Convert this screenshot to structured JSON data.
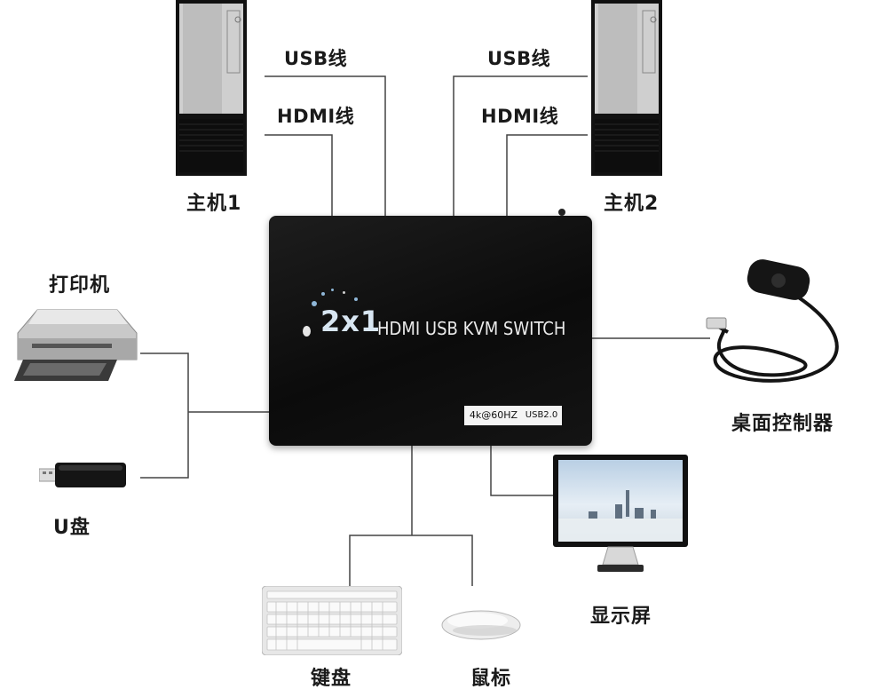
{
  "labels": {
    "host1": "主机1",
    "host2": "主机2",
    "usb_left": "USB线",
    "hdmi_left": "HDMI线",
    "usb_right": "USB线",
    "hdmi_right": "HDMI线",
    "printer": "打印机",
    "udisk": "U盘",
    "desk_controller": "桌面控制器",
    "monitor": "显示屏",
    "keyboard": "键盘",
    "mouse": "鼠标"
  },
  "kvm": {
    "model_number": "2x1",
    "model_name": "HDMI USB KVM SWITCH",
    "badge_resolution": "4k@60HZ",
    "badge_usb": "USB2.0"
  },
  "colors": {
    "wire": "#444444",
    "device_body": "#111111",
    "label_text": "#1a1a1a",
    "logo_blue": "#8fb7d8"
  }
}
